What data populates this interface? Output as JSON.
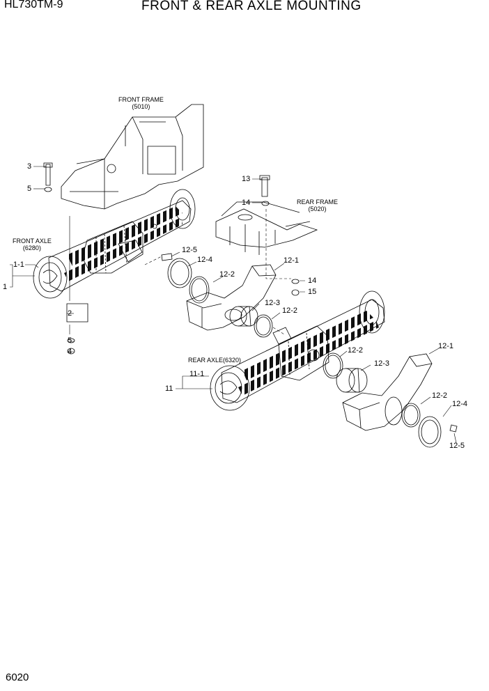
{
  "header": {
    "model": "HL730TM-9",
    "title": "FRONT & REAR AXLE MOUNTING"
  },
  "footer": {
    "page_number": "6020"
  },
  "notes": {
    "front_frame": [
      "FRONT FRAME",
      "(5010)"
    ],
    "rear_frame": [
      "REAR FRAME",
      "(5020)"
    ],
    "front_axle": [
      "FRONT AXLE",
      "(6280)"
    ],
    "rear_axle": "REAR AXLE(6320)"
  },
  "callouts": [
    "1",
    "1-1",
    "2",
    "3",
    "4",
    "5",
    "5",
    "11",
    "11-1",
    "12-1",
    "12-1",
    "12-2",
    "12-2",
    "12-2",
    "12-2",
    "12-3",
    "12-3",
    "12-4",
    "12-4",
    "12-5",
    "12-5",
    "13",
    "14",
    "14",
    "15"
  ]
}
